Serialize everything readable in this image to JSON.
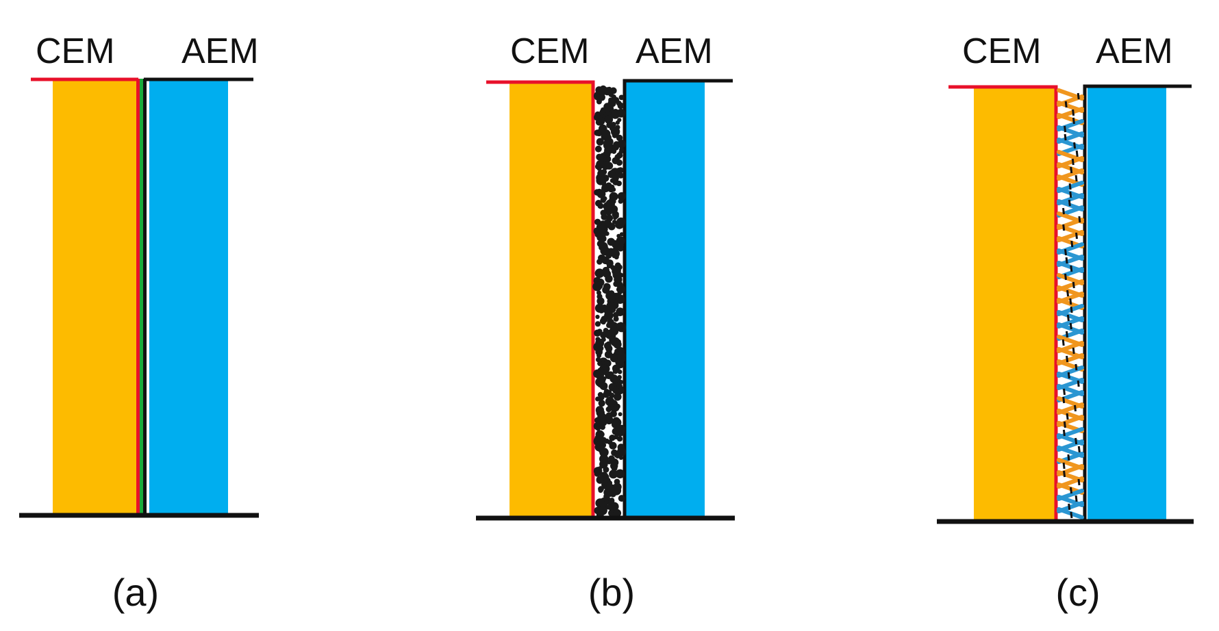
{
  "colors": {
    "cem": "#FDBB00",
    "aem": "#00AEEF",
    "cem_edge": "#E8102A",
    "line": "#111111",
    "interlayer_a": "#1AAA3A",
    "particles_b": "#1A1A1A",
    "fibers_c_orange": "#F0961E",
    "fibers_c_blue": "#2A96D2"
  },
  "panels": [
    {
      "cem_label": "CEM",
      "aem_label": "AEM",
      "caption": "(a)",
      "junction": "thin-interlayer"
    },
    {
      "cem_label": "CEM",
      "aem_label": "AEM",
      "caption": "(b)",
      "junction": "particle-layer"
    },
    {
      "cem_label": "CEM",
      "aem_label": "AEM",
      "caption": "(c)",
      "junction": "interlaced-fibers"
    }
  ]
}
